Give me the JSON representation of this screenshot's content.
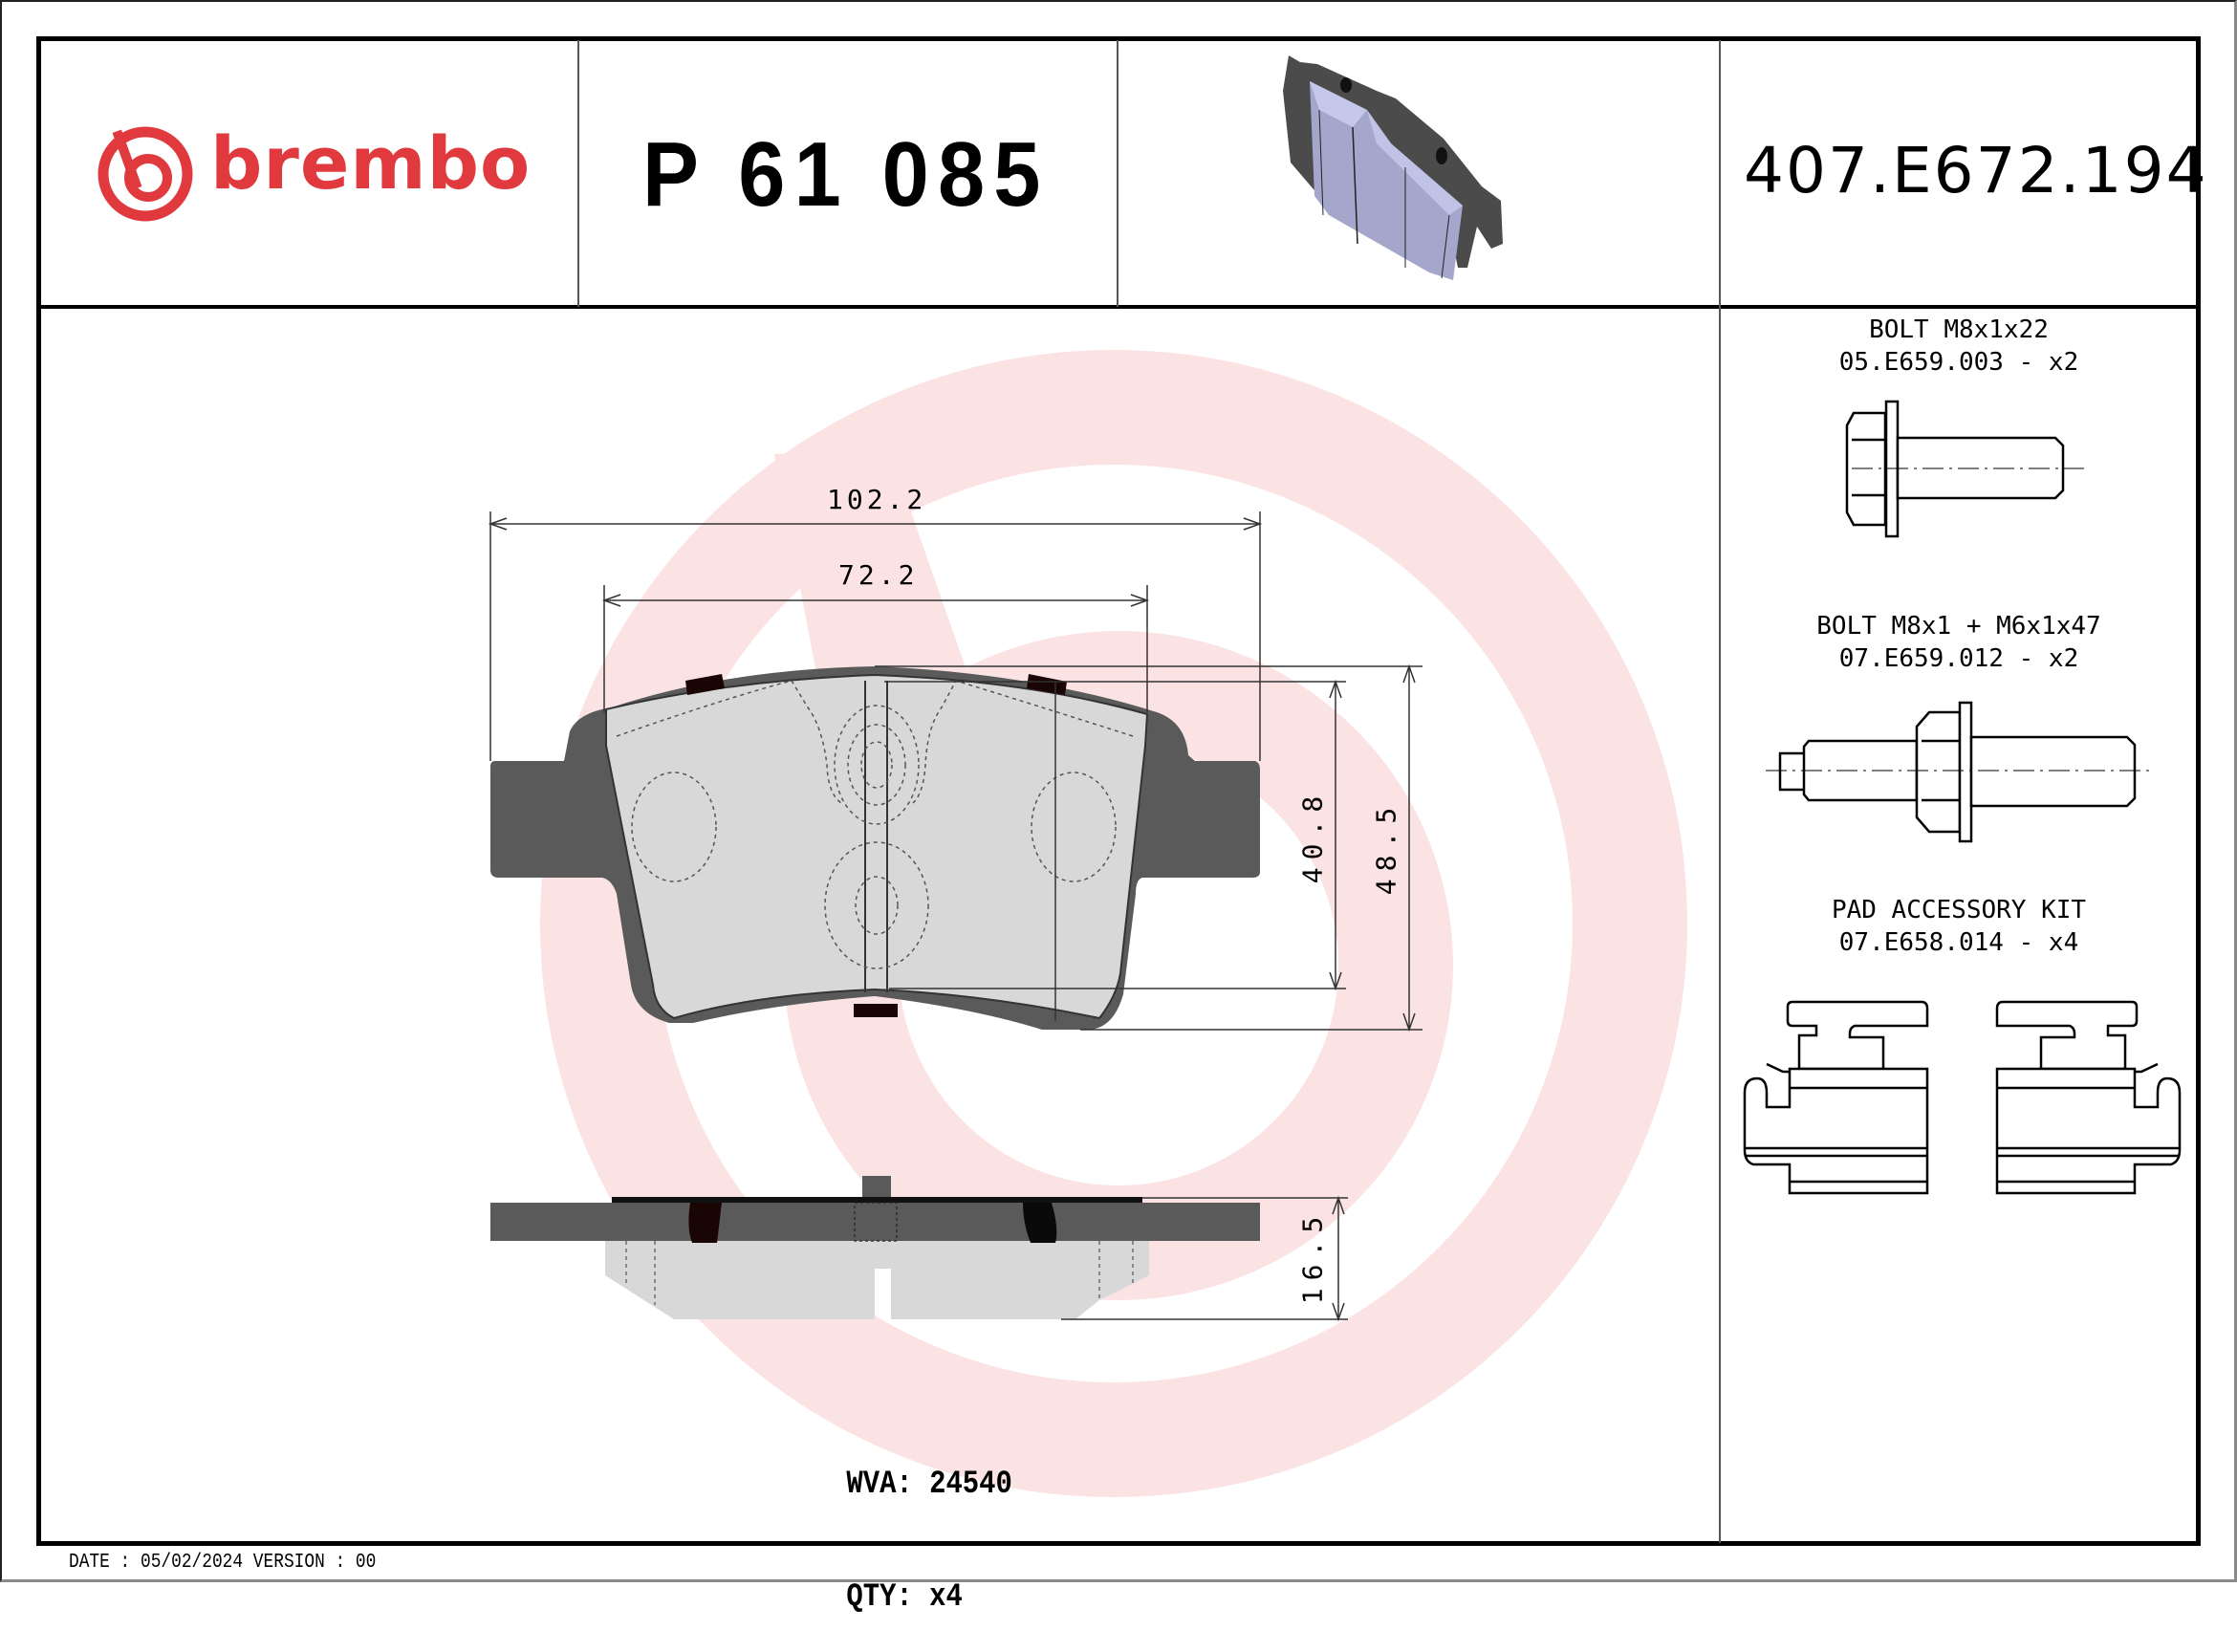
{
  "header": {
    "brand": "brembo",
    "brand_color": "#e03a3e",
    "part_number": "P 61 085",
    "reference_code": "407.E672.194",
    "product_image": "brake-pad-3d-render"
  },
  "drawing": {
    "watermark": "brembo-logo-watermark",
    "watermark_color": "#fbe3e4",
    "dimensions": {
      "overall_width": "102.2",
      "friction_width": "72.2",
      "friction_height": "40.8",
      "overall_height": "48.5",
      "thickness": "16.5"
    },
    "colors": {
      "backing_plate": "#5a5a5a",
      "friction_material": "#d8d8d8",
      "clips": "#1a0505"
    }
  },
  "info": {
    "wva_label": "WVA:",
    "wva_value": "24540",
    "qty_label": "QTY:",
    "qty_value": "x4"
  },
  "accessories": [
    {
      "name": "BOLT M8x1x22",
      "code": "05.E659.003 - x2",
      "icon": "bolt-icon"
    },
    {
      "name": "BOLT M8x1 + M6x1x47",
      "code": "07.E659.012 - x2",
      "icon": "double-bolt-icon"
    },
    {
      "name": "PAD ACCESSORY KIT",
      "code": "07.E658.014 - x4",
      "icon": "pad-clip-icon"
    }
  ],
  "footer": {
    "text": "DATE : 05/02/2024 VERSION : 00"
  }
}
